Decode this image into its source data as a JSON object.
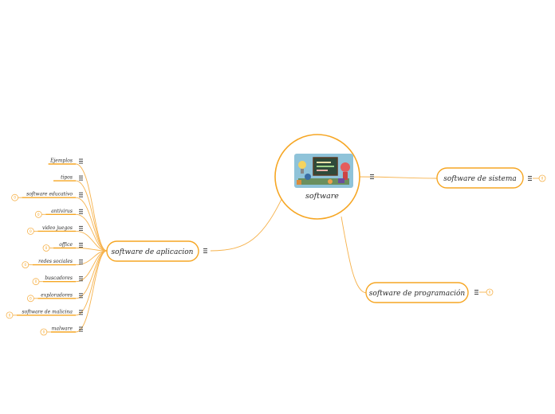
{
  "root": {
    "label": "software",
    "image_icon": "software-illustration-icon"
  },
  "branches": {
    "sistema": {
      "label": "software de sistema",
      "collapsed_count": "0"
    },
    "programacion": {
      "label": "software de programación",
      "collapsed_count": "0"
    },
    "aplicacion": {
      "label": "software de aplicacion"
    }
  },
  "app_children": [
    {
      "label": "Ejemplos",
      "collapsed_count": ""
    },
    {
      "label": "tipos",
      "collapsed_count": ""
    },
    {
      "label": "software educativo",
      "collapsed_count": "0"
    },
    {
      "label": "antivirus",
      "collapsed_count": "0"
    },
    {
      "label": "video juegos",
      "collapsed_count": "0"
    },
    {
      "label": "office",
      "collapsed_count": "0"
    },
    {
      "label": "redes sociales",
      "collapsed_count": "0"
    },
    {
      "label": "buscadores",
      "collapsed_count": "0"
    },
    {
      "label": "exploradores",
      "collapsed_count": "0"
    },
    {
      "label": "software de malicina",
      "collapsed_count": "0"
    },
    {
      "label": "malware",
      "collapsed_count": "0"
    }
  ],
  "colors": {
    "accent": "#f6a623",
    "connector": "#f6b24c",
    "text": "#2b2b2b"
  }
}
